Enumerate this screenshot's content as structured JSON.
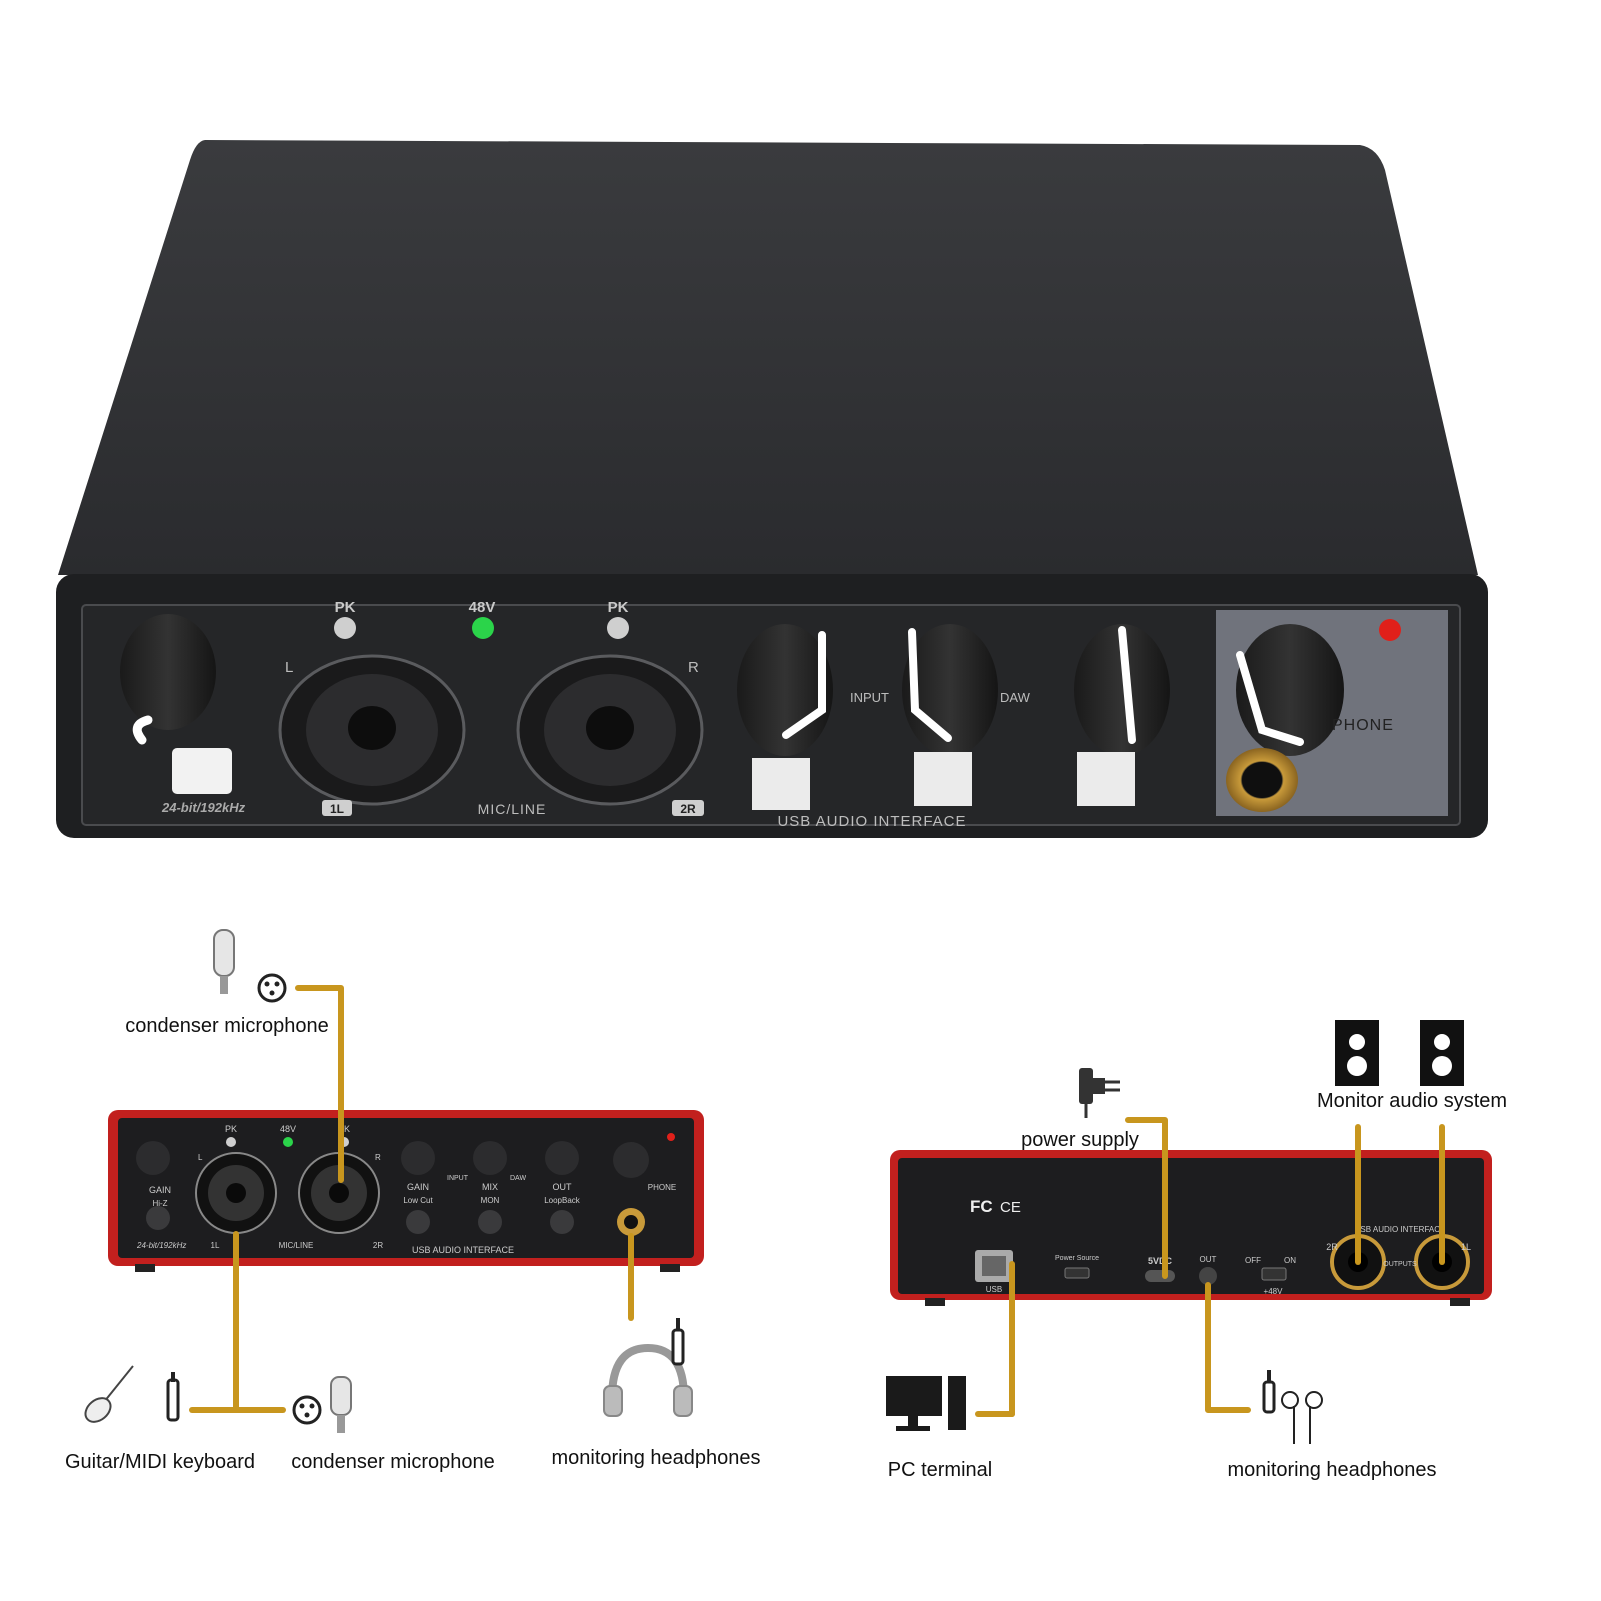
{
  "colors": {
    "accent_wire": "#c8961e",
    "device_red": "#c2201e",
    "device_black": "#1d1d1f",
    "led_green": "#2bd44a",
    "led_red": "#e0201a"
  },
  "main_device": {
    "pk_left": "PK",
    "phantom": "48V",
    "pk_right": "PK",
    "ch_l": "L",
    "ch_r": "R",
    "input_label": "INPUT",
    "daw_label": "DAW",
    "phone_label": "PHONE",
    "spec": "24-bit/192kHz",
    "ch1": "1L",
    "ch2": "2R",
    "mic_line": "MIC/LINE",
    "usb_audio": "USB AUDIO INTERFACE"
  },
  "front_panel": {
    "pk_left": "PK",
    "phantom": "48V",
    "pk_right": "PK",
    "gain1": "GAIN",
    "hiz": "Hi-Z",
    "ch_l": "L",
    "ch_r": "R",
    "gain2": "GAIN",
    "low_cut": "Low Cut",
    "input": "INPUT",
    "mix": "MIX",
    "daw": "DAW",
    "mon": "MON",
    "out": "OUT",
    "loopback": "LoopBack",
    "phone": "PHONE",
    "spec": "24-bit/192kHz",
    "ch1": "1L",
    "mic_line": "MIC/LINE",
    "ch2": "2R",
    "usb_audio": "USB AUDIO INTERFACE"
  },
  "back_panel": {
    "fc": "FC",
    "ce": "CE",
    "usb_audio": "USB AUDIO INTERFACE",
    "usb": "USB",
    "power_source": "Power Source",
    "dc": "5VDC",
    "out": "OUT",
    "off": "OFF",
    "on": "ON",
    "phantom": "+48V",
    "ch2": "2R",
    "outputs": "OUTPUTS",
    "ch1": "1L"
  },
  "diagram_labels": {
    "condenser_top": "condenser microphone",
    "guitar": "Guitar/MIDI keyboard",
    "condenser_bottom": "condenser microphone",
    "headphones_left": "monitoring headphones",
    "power": "power supply",
    "monitor": "Monitor audio system",
    "pc": "PC terminal",
    "headphones_right": "monitoring headphones"
  }
}
